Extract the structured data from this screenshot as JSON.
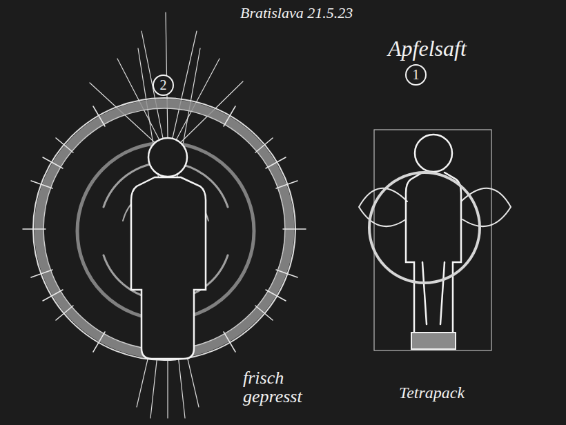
{
  "diagram": {
    "title": "Bratislava 21.5.23",
    "nodes": [
      {
        "text": [
          "2"
        ]
      },
      {
        "text": [
          "1"
        ]
      }
    ],
    "labels": [
      "Apfelsaft",
      "frisch gepresst",
      "Tetrapack"
    ]
  }
}
